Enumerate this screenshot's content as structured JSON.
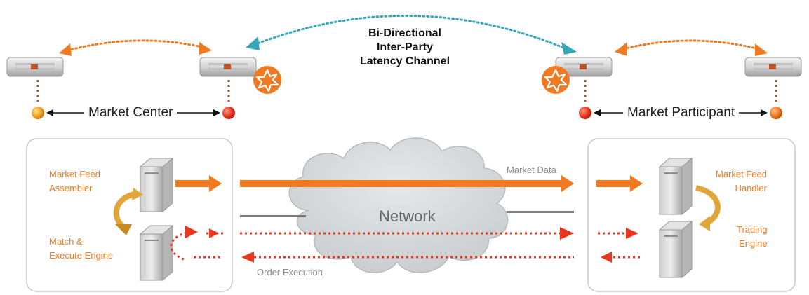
{
  "title": [
    "Bi-Directional",
    "Inter-Party",
    "Latency Channel"
  ],
  "market_center": {
    "label": "Market Center",
    "components": [
      "Market Feed",
      "Assembler",
      "Match &",
      "Execute Engine"
    ]
  },
  "market_participant": {
    "label": "Market Participant",
    "components": [
      "Market Feed",
      "Handler",
      "Trading",
      "Engine"
    ]
  },
  "network": {
    "label": "Network",
    "flows": {
      "market_data": "Market Data",
      "order_execution": "Order Execution"
    }
  },
  "colors": {
    "orange": "#f07a22",
    "red": "#e8361f",
    "teal": "#35a7b5",
    "cloud": "#d3d6d8",
    "panel_border": "#c9c9c9",
    "gold": "#e0a63a"
  },
  "icons": [
    "server-appliance-icon",
    "tower-server-icon",
    "starburst-icon",
    "cloud-icon"
  ]
}
